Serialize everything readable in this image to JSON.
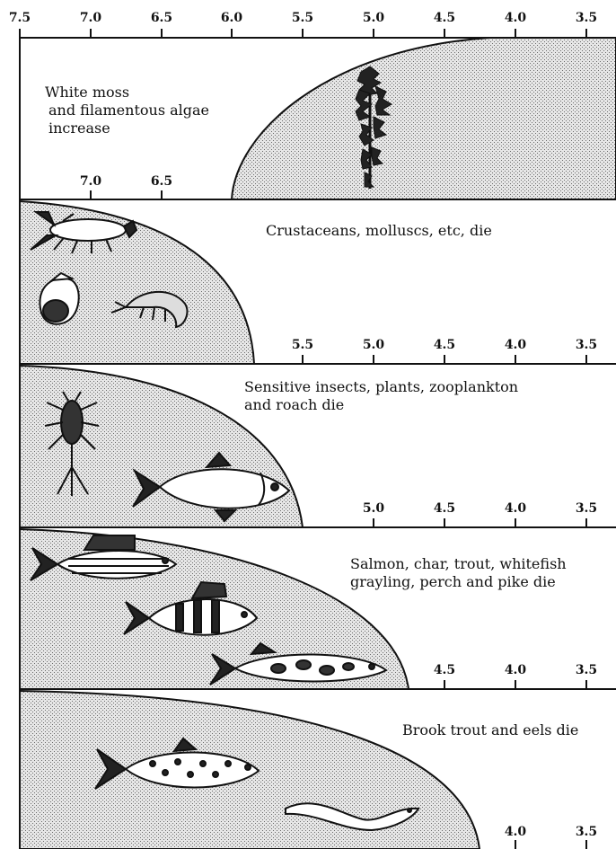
{
  "top_axis": {
    "ticks": [
      "7.5",
      "7.0",
      "6.5",
      "6.0",
      "5.5",
      "5.0",
      "4.5",
      "4.0",
      "3.5"
    ]
  },
  "panels": [
    {
      "id": "moss",
      "caption_lines": [
        "White moss",
        "and filamentous algae",
        "increase"
      ],
      "ticks": [
        "7.0",
        "6.5"
      ],
      "organisms": [
        "moss-plant"
      ]
    },
    {
      "id": "crustaceans",
      "caption_lines": [
        "Crustaceans, molluscs, etc, die"
      ],
      "ticks": [
        "5.5",
        "5.0",
        "4.5",
        "4.0",
        "3.5"
      ],
      "organisms": [
        "crayfish",
        "snail",
        "shrimp"
      ]
    },
    {
      "id": "insects",
      "caption_lines": [
        "Sensitive insects, plants, zooplankton",
        "and roach die"
      ],
      "ticks": [
        "5.0",
        "4.5",
        "4.0",
        "3.5"
      ],
      "organisms": [
        "mayfly-larva",
        "roach-fish"
      ]
    },
    {
      "id": "salmon",
      "caption_lines": [
        "Salmon, char, trout, whitefish",
        "grayling, perch and pike die"
      ],
      "ticks": [
        "4.5",
        "4.0",
        "3.5"
      ],
      "organisms": [
        "grayling-fish",
        "perch-fish",
        "pike-fish"
      ]
    },
    {
      "id": "brook-trout",
      "caption_lines": [
        "Brook trout and eels die"
      ],
      "ticks": [
        "4.0",
        "3.5"
      ],
      "organisms": [
        "brook-trout-fish",
        "eel"
      ]
    }
  ]
}
